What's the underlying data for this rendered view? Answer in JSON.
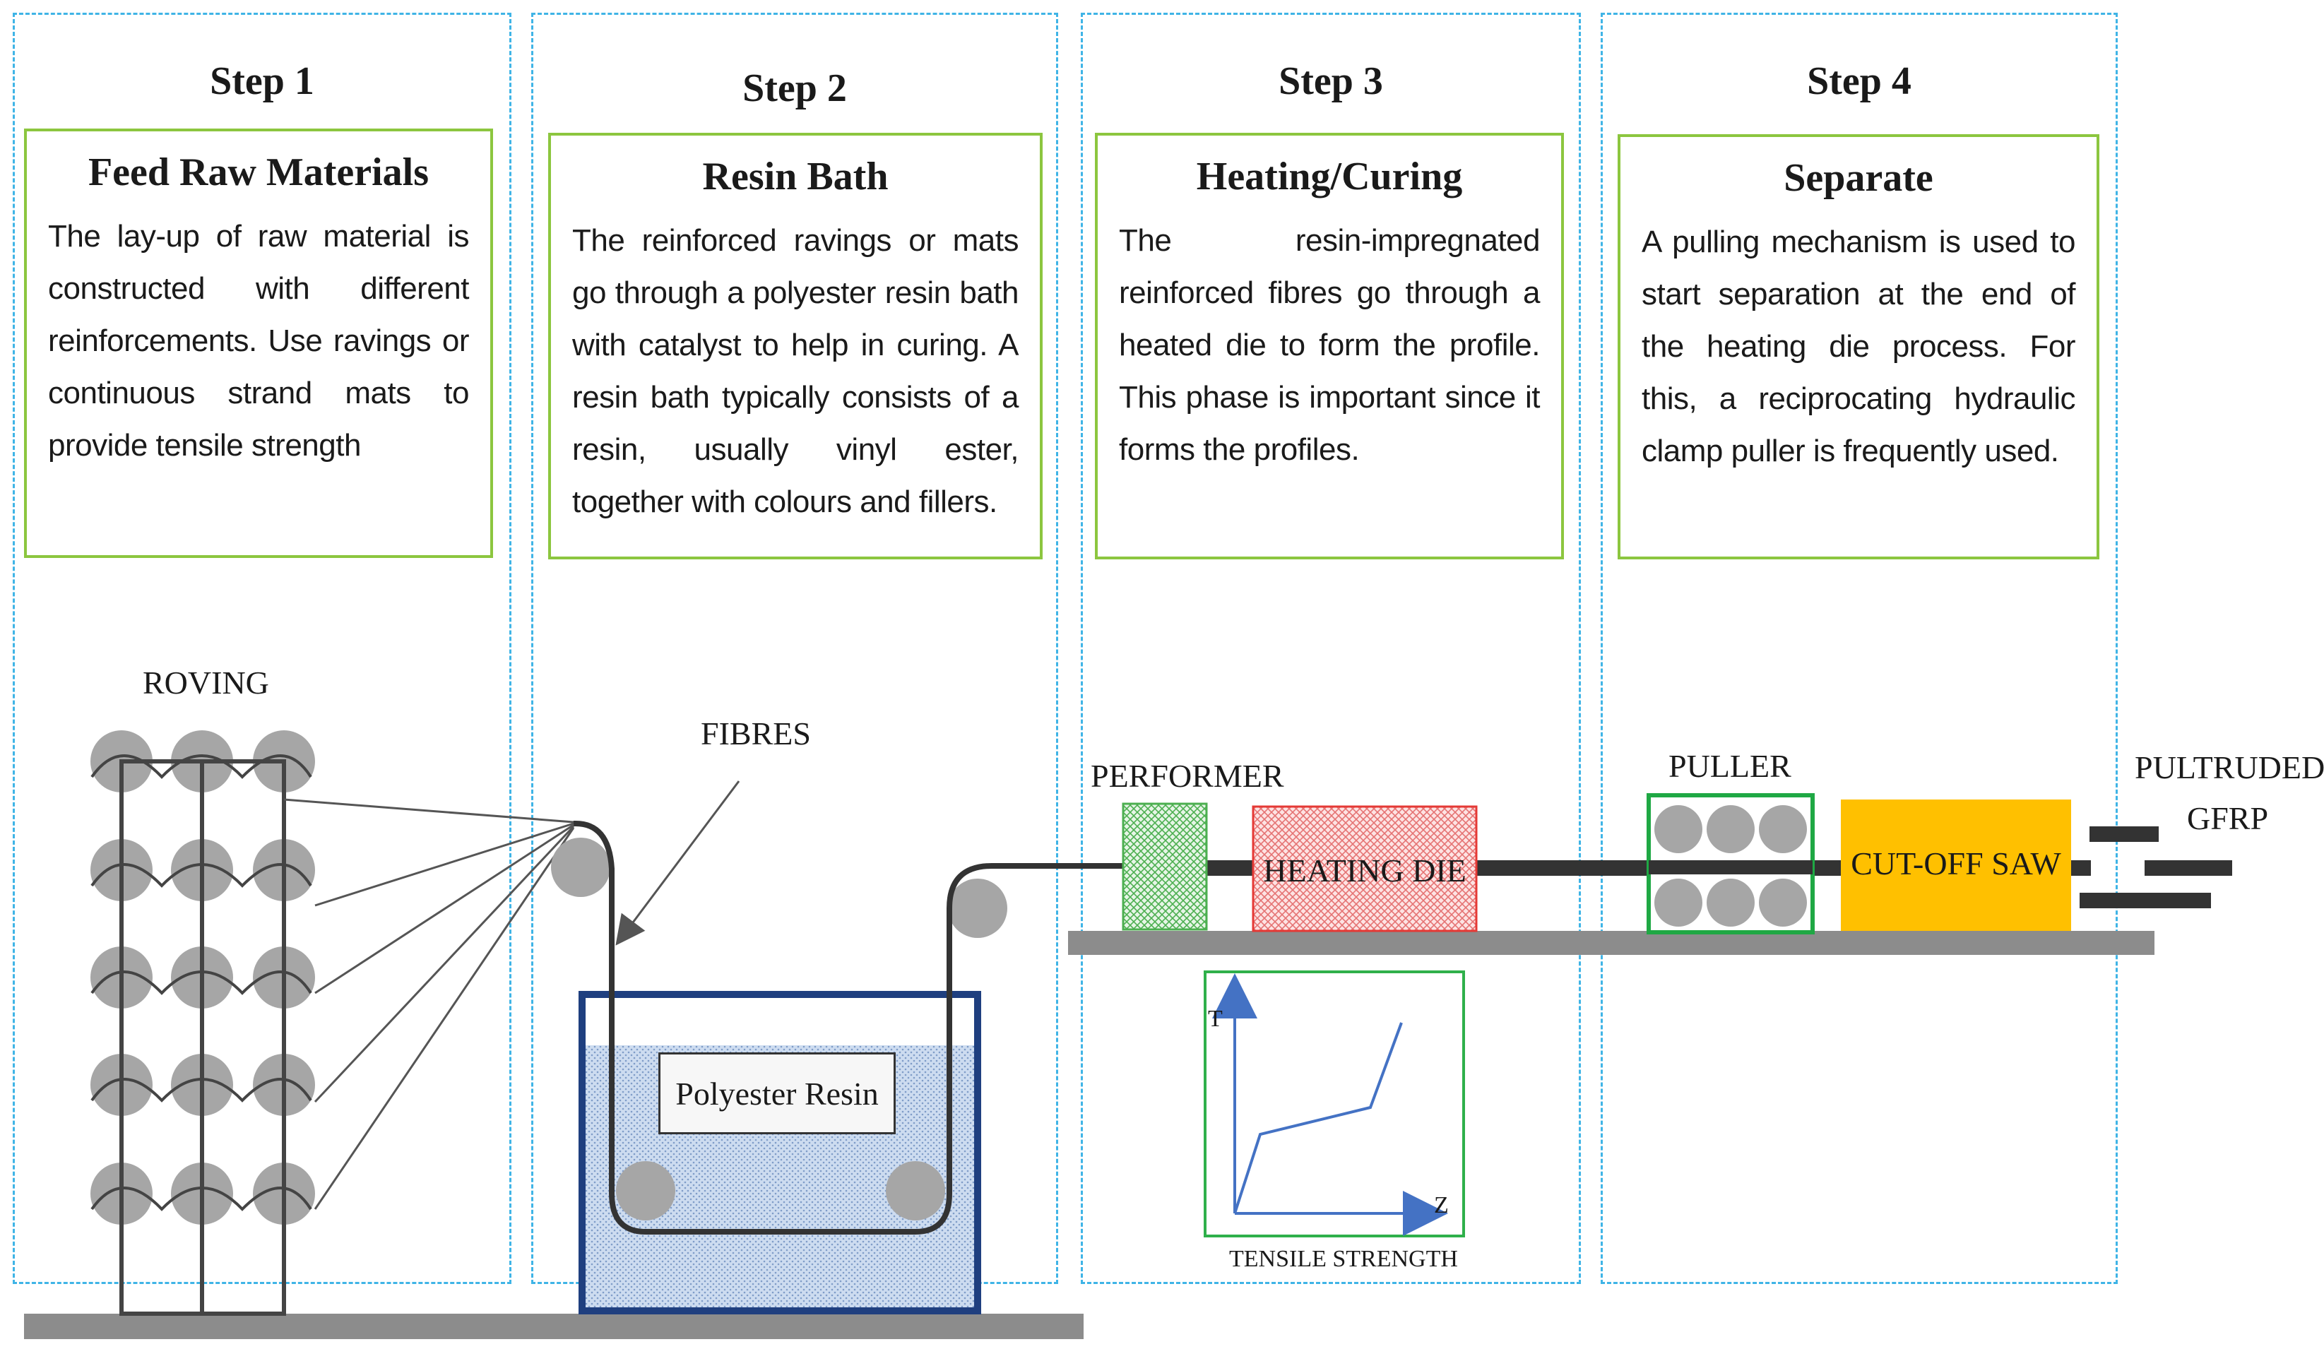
{
  "steps": [
    {
      "label": "Step 1",
      "title": "Feed Raw Materials",
      "text": "The lay-up of raw material is constructed with different reinforcements. Use ravings or continuous strand mats to provide tensile strength"
    },
    {
      "label": "Step 2",
      "title": "Resin Bath",
      "text": "The reinforced ravings or mats go through a polyester resin bath with catalyst to help in curing.  A resin bath typically consists of a resin, usually vinyl ester, together with colours and fillers."
    },
    {
      "label": "Step 3",
      "title": "Heating/Curing",
      "text": "The resin-impregnated reinforced fibres go through a heated die to form the profile. This phase is important since it forms the profiles."
    },
    {
      "label": "Step 4",
      "title": "Separate",
      "text": "A pulling mechanism is used to start separation at the end of the heating die process. For this, a reciprocating hydraulic clamp puller is frequently used."
    }
  ],
  "labels": {
    "roving": "ROVING",
    "fibres": "FIBRES",
    "resin": "Polyester Resin",
    "performer": "PERFORMER",
    "heating_die": "HEATING DIE",
    "puller": "PULLER",
    "cut_off_saw": "CUT-OFF SAW",
    "pultruded": "PULTRUDED",
    "gfrp": "GFRP"
  },
  "inset": {
    "y_axis": "T",
    "x_axis": "Z",
    "caption": "TENSILE STRENGTH"
  },
  "colors": {
    "column_border": "#3fb4e6",
    "card_border": "#8cc63f",
    "roller": "#999999",
    "rail": "#8c8c8c",
    "performer": "#4caf50",
    "heating_die": "#e53935",
    "cut_off_saw": "#ffc000",
    "resin_tank_border": "#1f3f7f",
    "resin_fill": "#bcd3ee",
    "curve": "#4472c4"
  }
}
